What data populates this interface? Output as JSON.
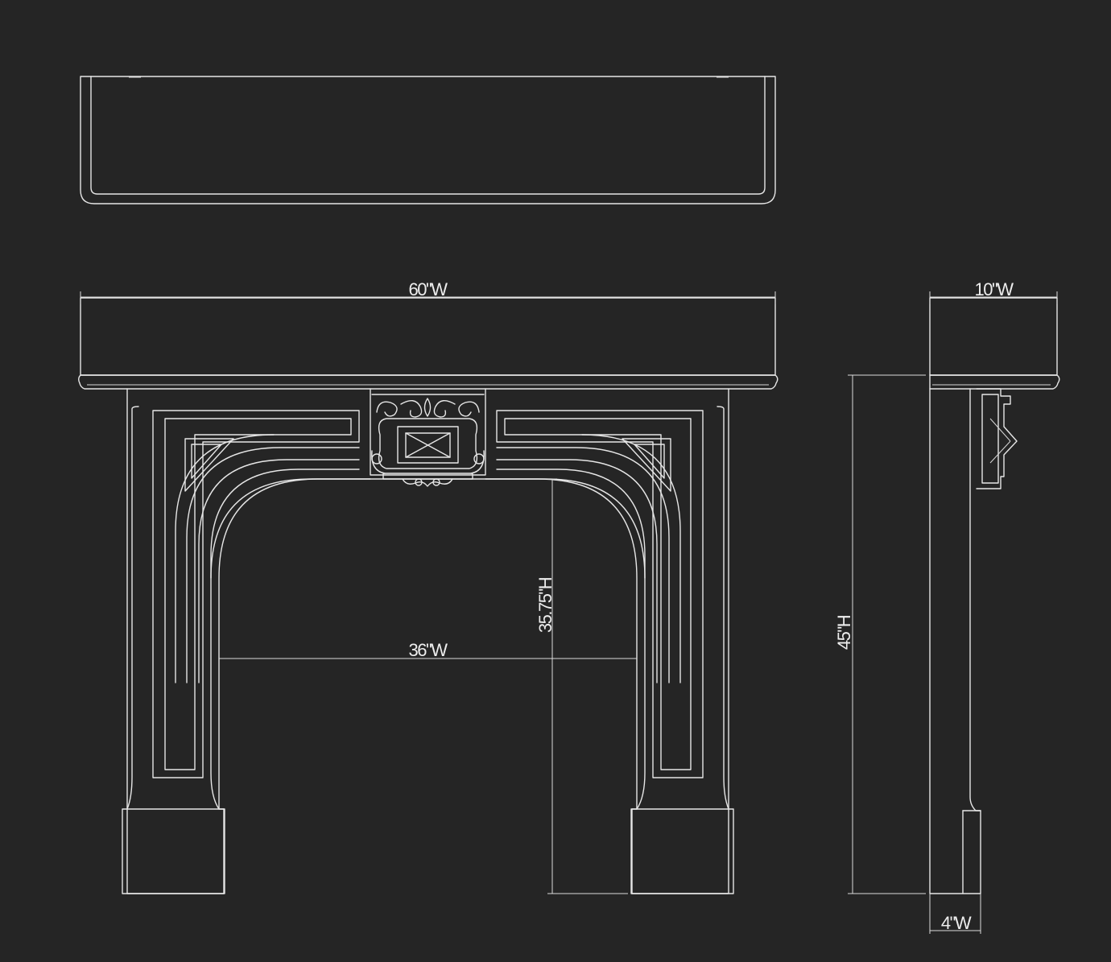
{
  "colors": {
    "background": "#252525",
    "line": "#e6e6e6"
  },
  "dimensions": {
    "overall_width": "60\"W",
    "opening_width": "36\"W",
    "opening_height": "35.75\"H",
    "overall_height": "45\"H",
    "shelf_depth": "10\"W",
    "leg_depth": "4\"W"
  }
}
